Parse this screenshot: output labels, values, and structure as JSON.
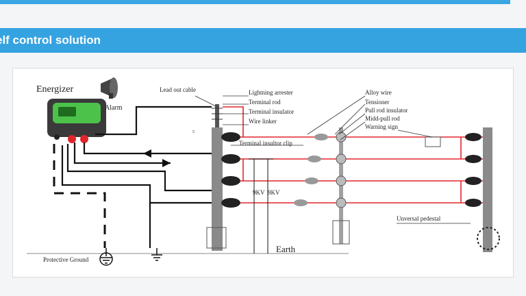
{
  "header": {
    "title": "elf control solution"
  },
  "diagram": {
    "labels": {
      "energizer": "Energizer",
      "alarm": "Alarm",
      "lead_out_cable": "Lead out cable",
      "lightning_arrester": "Lightning arrester",
      "terminal_rod": "Terminal rod",
      "terminal_insulator": "Terminal insulator",
      "wire_linker": "Wire linker",
      "terminal_insulator_clip": "Terminal insultor clip",
      "alloy_wire": "Alloy wire",
      "tensioner": "Tensioner",
      "pull_rod_insulator": "Pull rod insulator",
      "midd_pull_rod": "Midd-pull rod",
      "warning_sign": "Warning sign",
      "universal_pedestal": "Unversal pedestal",
      "earth": "Earth",
      "protective_ground": "Protective Ground",
      "voltage_a": "9KV",
      "voltage_b": "9KV",
      "post_number": "5"
    },
    "colors": {
      "live_wire": "#e0262c",
      "ground_wire": "#111111",
      "post": "#8a8a8a",
      "energizer_body": "#3a3a3a",
      "energizer_screen": "#4cc24a"
    }
  }
}
